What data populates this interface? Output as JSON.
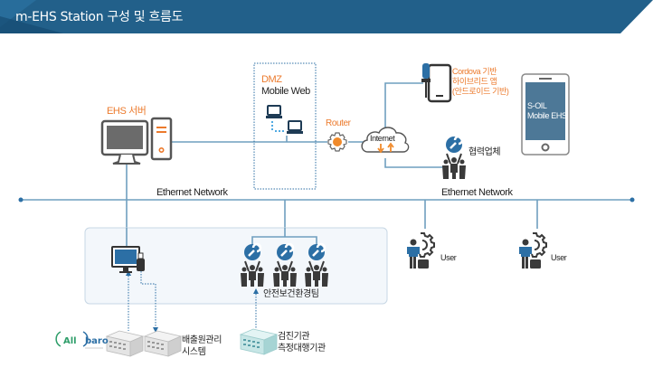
{
  "header": {
    "title": "m-EHS Station 구성 및 흐름도",
    "bg_color": "#22608a"
  },
  "colors": {
    "line": "#6f9fbf",
    "accent_orange": "#ec7a2c",
    "icon_blue": "#2c6fa5",
    "icon_dark": "#3a3a3a",
    "panel_bg": "#f3f7fb",
    "phone_screen": "#4d7897"
  },
  "nodes": {
    "ehs_server": {
      "label": "EHS 서버",
      "icon": "desktop-server-icon"
    },
    "dmz": {
      "title": "DMZ",
      "subtitle": "Mobile Web",
      "icon": "laptops-icon"
    },
    "router": {
      "label": "Router",
      "icon": "gear-router-icon"
    },
    "internet": {
      "label": "Internet",
      "icon": "cloud-icon"
    },
    "hybrid_app": {
      "lines": [
        "Cordova 기반",
        "하이브리드 앱",
        "(안드로이드 기반)"
      ],
      "icon": "phone-screwdriver-icon"
    },
    "mobile_device": {
      "lines": [
        "S-OIL",
        "Mobile EHS"
      ],
      "icon": "smartphone-icon"
    },
    "partner": {
      "label": "협력업체",
      "icon": "team-wrench-icon"
    },
    "user1": {
      "label": "User",
      "icon": "user-gear-icon"
    },
    "user2": {
      "label": "User",
      "icon": "user-gear-icon"
    },
    "safety_team": {
      "label": "안전보건환경팀",
      "icon": "team-wrench-icon"
    },
    "workstation": {
      "icon": "desktop-usb-icon"
    },
    "allbaro": {
      "label": "Allbaro",
      "icon": "allbaro-logo"
    },
    "emission_system": {
      "lines": [
        "배출원관리",
        "시스템"
      ],
      "icon": "building-icon"
    },
    "inspection_agency": {
      "lines": [
        "검진기관",
        "측정대행기관"
      ],
      "icon": "building-icon"
    }
  },
  "networks": {
    "left": "Ethernet Network",
    "right": "Ethernet Network"
  }
}
